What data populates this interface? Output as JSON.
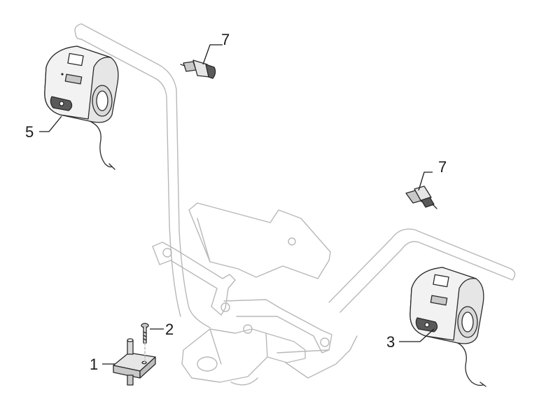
{
  "diagram": {
    "background": "#ffffff",
    "callouts": [
      {
        "id": "c1",
        "text": "1"
      },
      {
        "id": "c2",
        "text": "2"
      },
      {
        "id": "c3",
        "text": "3"
      },
      {
        "id": "c5",
        "text": "5"
      },
      {
        "id": "c7a",
        "text": "7"
      },
      {
        "id": "c7b",
        "text": "7"
      }
    ],
    "colors": {
      "line": "#1a1a1a",
      "frame_outline": "#b8b8b8",
      "part_fill_light": "#e6e6e6",
      "part_fill_mid": "#c9c9c9",
      "part_fill_dark": "#5a5a5a"
    }
  }
}
